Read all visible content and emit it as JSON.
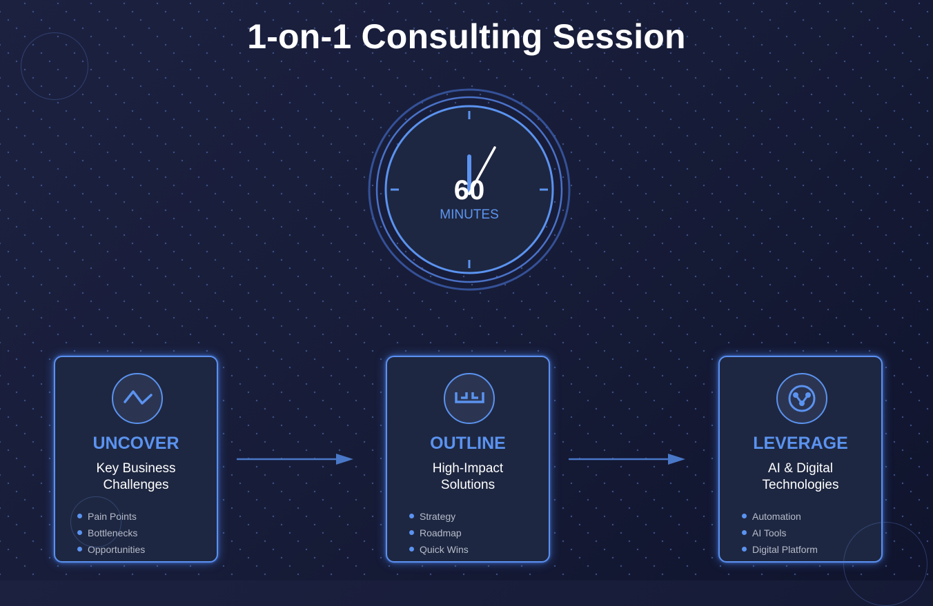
{
  "title": "1-on-1 Consulting Session",
  "colors": {
    "accent": "#5b93f0",
    "background": "#171c38",
    "card_fill": "#1e2741",
    "text": "#ffffff",
    "muted_text": "#b6bccb"
  },
  "clock": {
    "value": "60",
    "unit": "MINUTES",
    "icon": "clock-icon"
  },
  "steps": [
    {
      "icon": "trend-zigzag-icon",
      "heading": "UNCOVER",
      "subtitle_line1": "Key Business",
      "subtitle_line2": "Challenges",
      "bullets": [
        "Pain Points",
        "Bottlenecks",
        "Opportunities"
      ]
    },
    {
      "icon": "blueprint-outline-icon",
      "heading": "OUTLINE",
      "subtitle_line1": "High-Impact",
      "subtitle_line2": "Solutions",
      "bullets": [
        "Strategy",
        "Roadmap",
        "Quick Wins"
      ]
    },
    {
      "icon": "network-nodes-icon",
      "heading": "LEVERAGE",
      "subtitle_line1": "AI & Digital",
      "subtitle_line2": "Technologies",
      "bullets": [
        "Automation",
        "AI Tools",
        "Digital Platform"
      ]
    }
  ],
  "connectors": [
    "arrow-right-icon",
    "arrow-right-icon"
  ]
}
